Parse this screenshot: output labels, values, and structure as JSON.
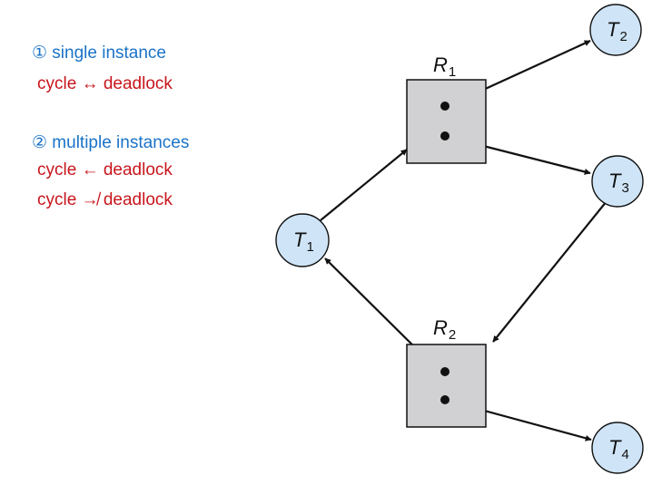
{
  "notes": {
    "single_heading": "① single instance",
    "single_rule": "cycle ↔ deadlock",
    "multiple_heading": "② multiple instances",
    "multiple_rule_1": "cycle ← deadlock",
    "multiple_rule_2": "cycle ↛ deadlock"
  },
  "resources": {
    "r1": {
      "letter": "R",
      "sub": "1"
    },
    "r2": {
      "letter": "R",
      "sub": "2"
    }
  },
  "threads": {
    "t1": {
      "letter": "T",
      "sub": "1"
    },
    "t2": {
      "letter": "T",
      "sub": "2"
    },
    "t3": {
      "letter": "T",
      "sub": "3"
    },
    "t4": {
      "letter": "T",
      "sub": "4"
    }
  },
  "colors": {
    "heading_blue": "#1a73c8",
    "rule_red": "#c8161d",
    "thread_fill": "#cfe5f7",
    "resource_fill": "#d1d1d3"
  }
}
